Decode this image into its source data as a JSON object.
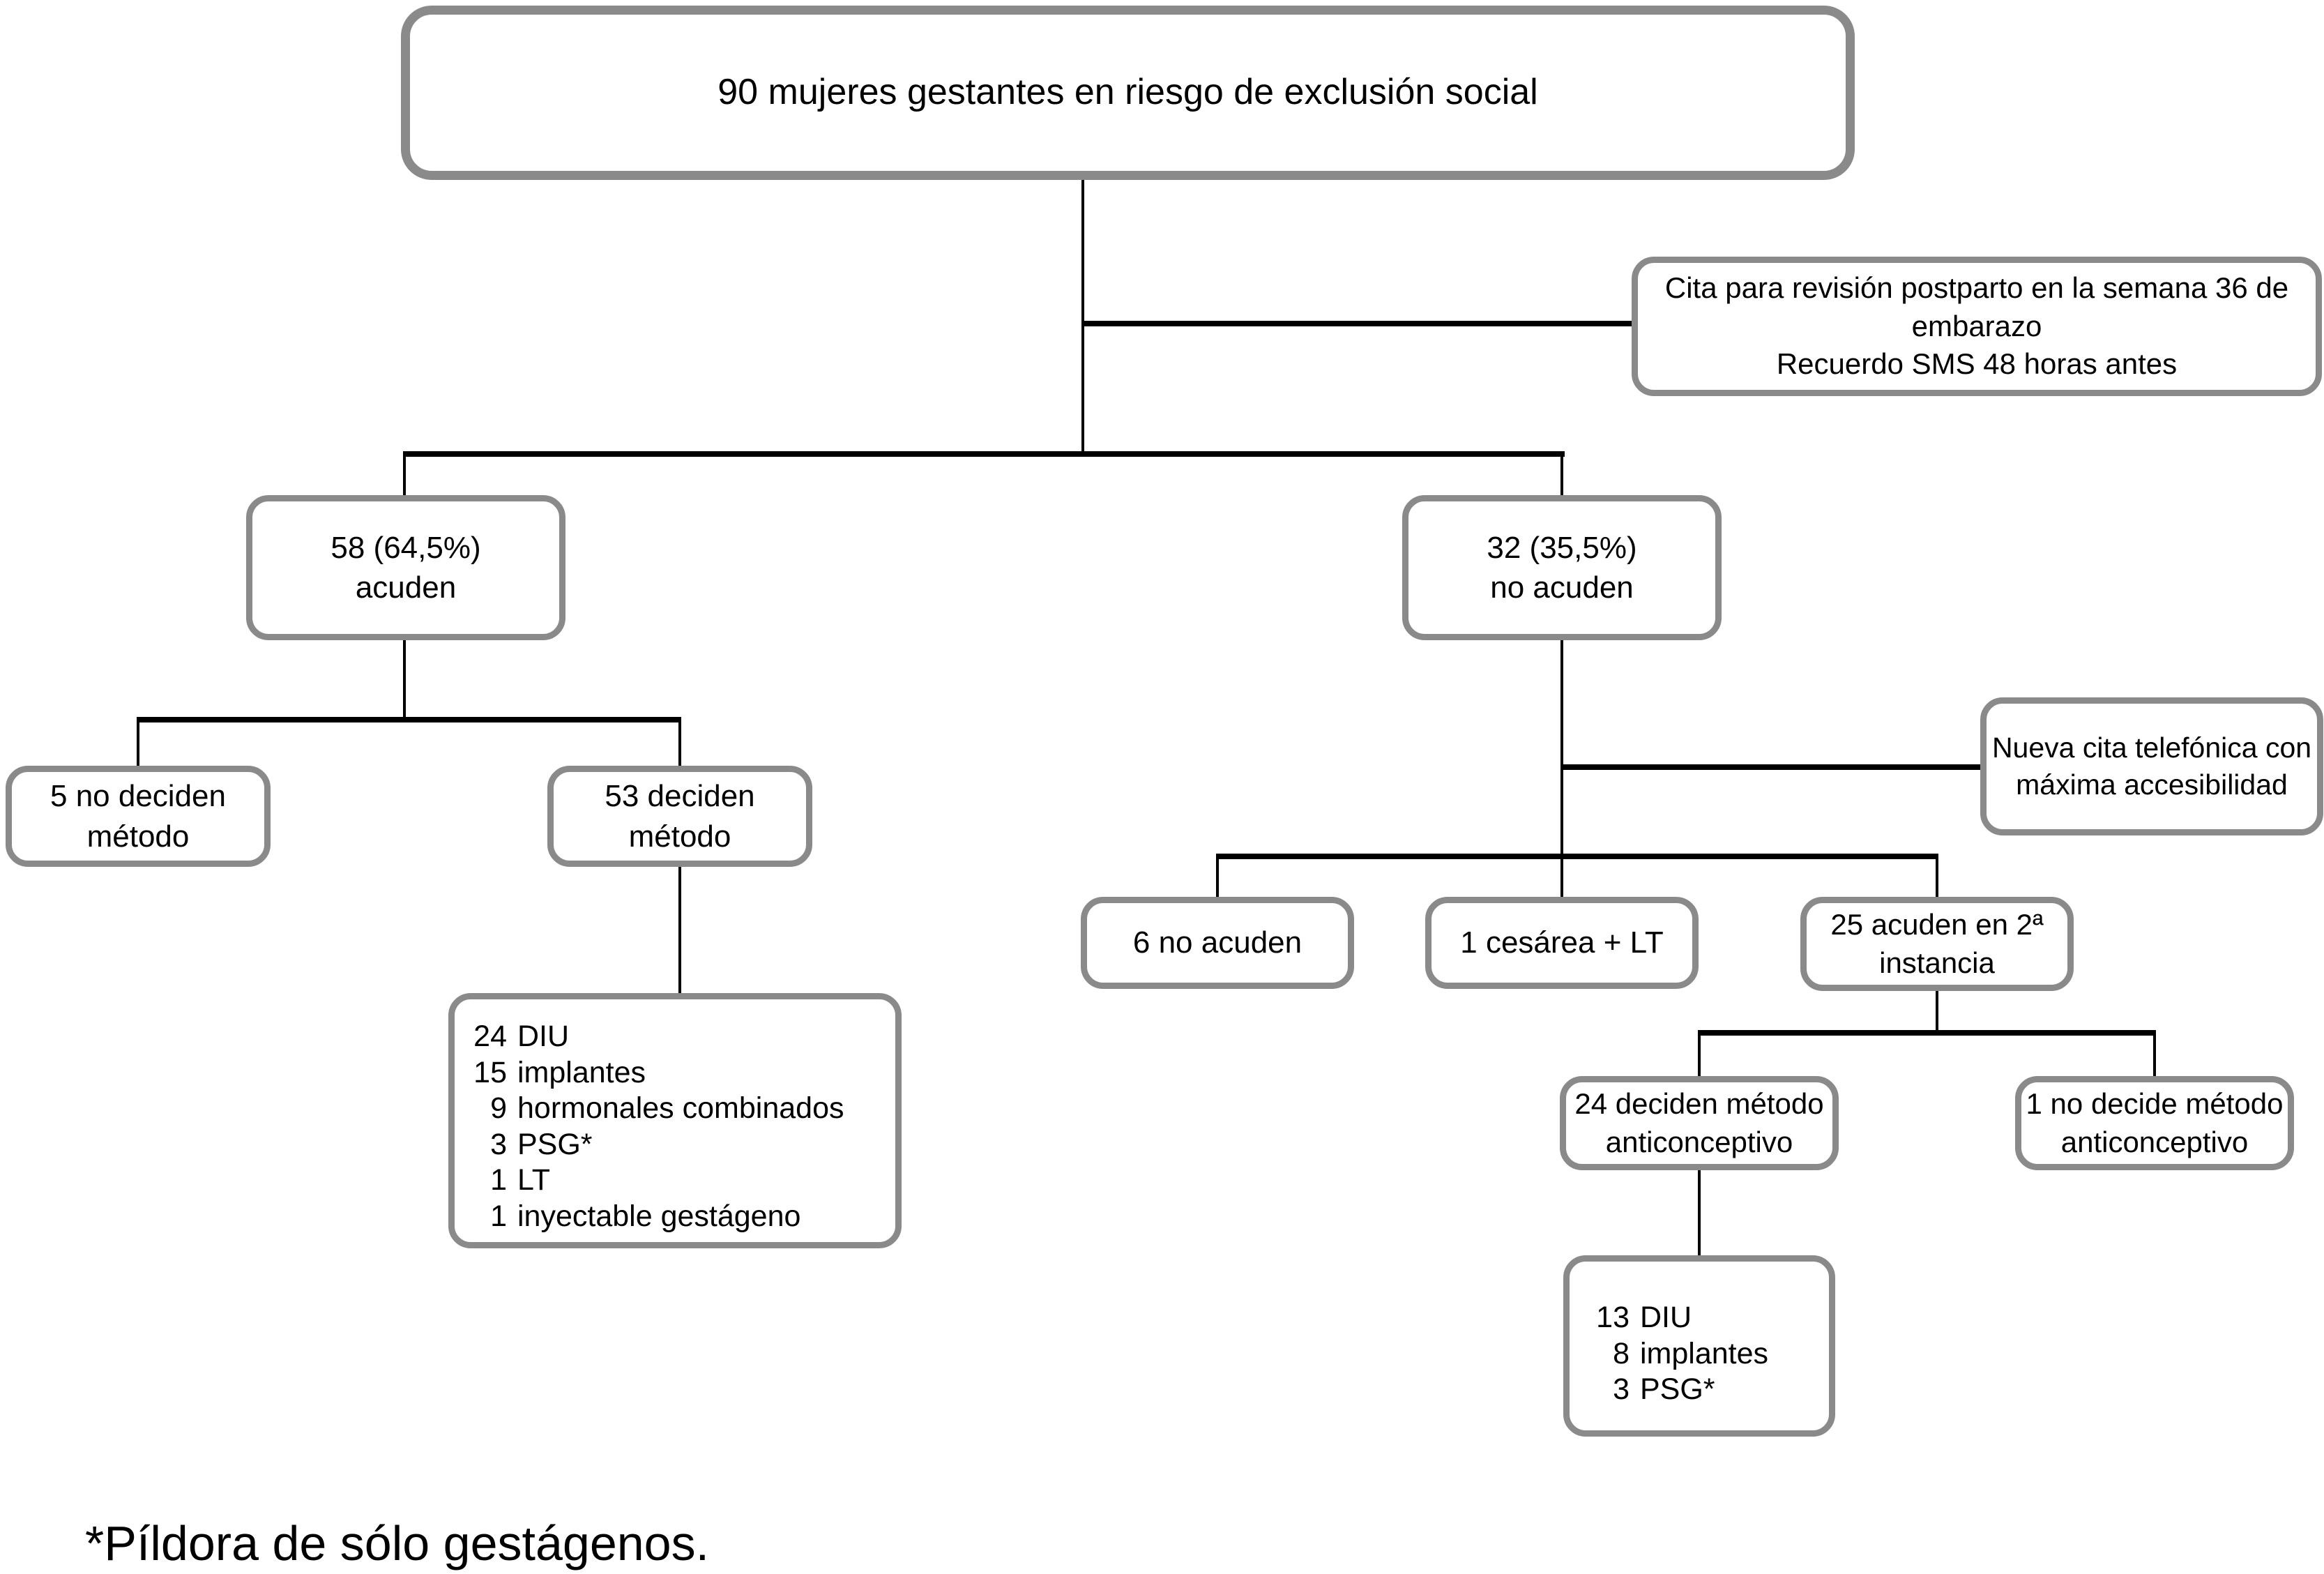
{
  "colors": {
    "background": "#ffffff",
    "box_border": "#8a8a8a",
    "connector_line": "#000000",
    "text": "#000000"
  },
  "boxes": {
    "root": {
      "lines": [
        "90 mujeres gestantes en riesgo de exclusión social"
      ]
    },
    "note_postparto": {
      "lines": [
        "Cita para revisión postparto en la semana 36 de",
        "embarazo",
        "Recuerdo SMS 48 horas antes"
      ]
    },
    "acuden58": {
      "lines": [
        "58 (64,5%)",
        "acuden"
      ]
    },
    "no_acuden32": {
      "lines": [
        "32 (35,5%)",
        "no acuden"
      ]
    },
    "no_deciden5": {
      "lines": [
        "5 no deciden",
        "método"
      ]
    },
    "deciden53": {
      "lines": [
        "53 deciden",
        "método"
      ]
    },
    "metodos53": {
      "rows": [
        {
          "num": "24",
          "label": "DIU"
        },
        {
          "num": "15",
          "label": "implantes"
        },
        {
          "num": "9",
          "label": "hormonales combinados"
        },
        {
          "num": "3",
          "label": "PSG*"
        },
        {
          "num": "1",
          "label": "LT"
        },
        {
          "num": "1",
          "label": "inyectable gestágeno"
        }
      ]
    },
    "note_nueva_cita": {
      "lines": [
        "Nueva cita telefónica con",
        "máxima accesibilidad"
      ]
    },
    "no_acuden6": {
      "lines": [
        "6 no acuden"
      ]
    },
    "cesarea_lt1": {
      "lines": [
        "1 cesárea + LT"
      ]
    },
    "acuden25": {
      "lines": [
        "25 acuden en 2ª",
        "instancia"
      ]
    },
    "deciden24": {
      "lines": [
        "24 deciden método",
        "anticonceptivo"
      ]
    },
    "no_decide1": {
      "lines": [
        "1 no decide método",
        "anticonceptivo"
      ]
    },
    "metodos24": {
      "rows": [
        {
          "num": "13",
          "label": "DIU"
        },
        {
          "num": "8",
          "label": "implantes"
        },
        {
          "num": "3",
          "label": "PSG*"
        }
      ]
    }
  },
  "footnote": "*Píldora de sólo gestágenos."
}
